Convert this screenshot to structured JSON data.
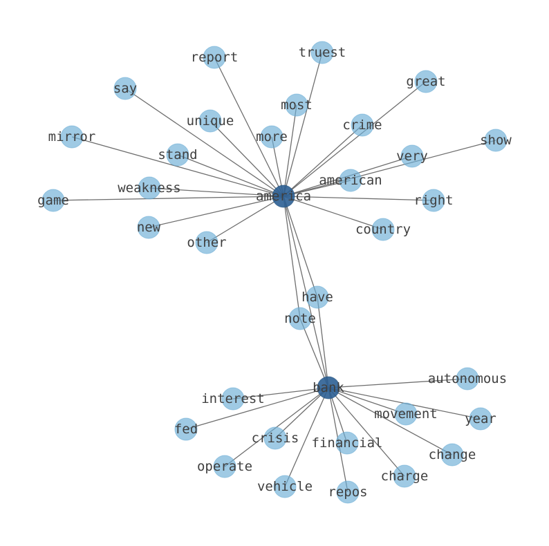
{
  "graph": {
    "hubs": [
      "america",
      "bank"
    ],
    "nodes": [
      "america",
      "bank",
      "report",
      "truest",
      "say",
      "great",
      "most",
      "unique",
      "crime",
      "mirror",
      "more",
      "show",
      "stand",
      "very",
      "american",
      "weakness",
      "game",
      "right",
      "new",
      "country",
      "other",
      "have",
      "note",
      "autonomous",
      "interest",
      "movement",
      "year",
      "fed",
      "crisis",
      "financial",
      "change",
      "operate",
      "charge",
      "vehicle",
      "repos"
    ],
    "edges": [
      [
        "america",
        "report"
      ],
      [
        "america",
        "truest"
      ],
      [
        "america",
        "say"
      ],
      [
        "america",
        "great"
      ],
      [
        "america",
        "most"
      ],
      [
        "america",
        "unique"
      ],
      [
        "america",
        "crime"
      ],
      [
        "america",
        "mirror"
      ],
      [
        "america",
        "more"
      ],
      [
        "america",
        "show"
      ],
      [
        "america",
        "stand"
      ],
      [
        "america",
        "very"
      ],
      [
        "america",
        "american"
      ],
      [
        "america",
        "weakness"
      ],
      [
        "america",
        "game"
      ],
      [
        "america",
        "right"
      ],
      [
        "america",
        "new"
      ],
      [
        "america",
        "country"
      ],
      [
        "america",
        "other"
      ],
      [
        "america",
        "have"
      ],
      [
        "america",
        "note"
      ],
      [
        "america",
        "bank"
      ],
      [
        "bank",
        "have"
      ],
      [
        "bank",
        "note"
      ],
      [
        "bank",
        "autonomous"
      ],
      [
        "bank",
        "interest"
      ],
      [
        "bank",
        "movement"
      ],
      [
        "bank",
        "year"
      ],
      [
        "bank",
        "fed"
      ],
      [
        "bank",
        "crisis"
      ],
      [
        "bank",
        "financial"
      ],
      [
        "bank",
        "change"
      ],
      [
        "bank",
        "operate"
      ],
      [
        "bank",
        "charge"
      ],
      [
        "bank",
        "vehicle"
      ],
      [
        "bank",
        "repos"
      ]
    ],
    "colors": {
      "node": "#6baed6",
      "hub": "#2c5f94",
      "edge": "#6e6e6e",
      "text": "#3f3f3f"
    }
  }
}
